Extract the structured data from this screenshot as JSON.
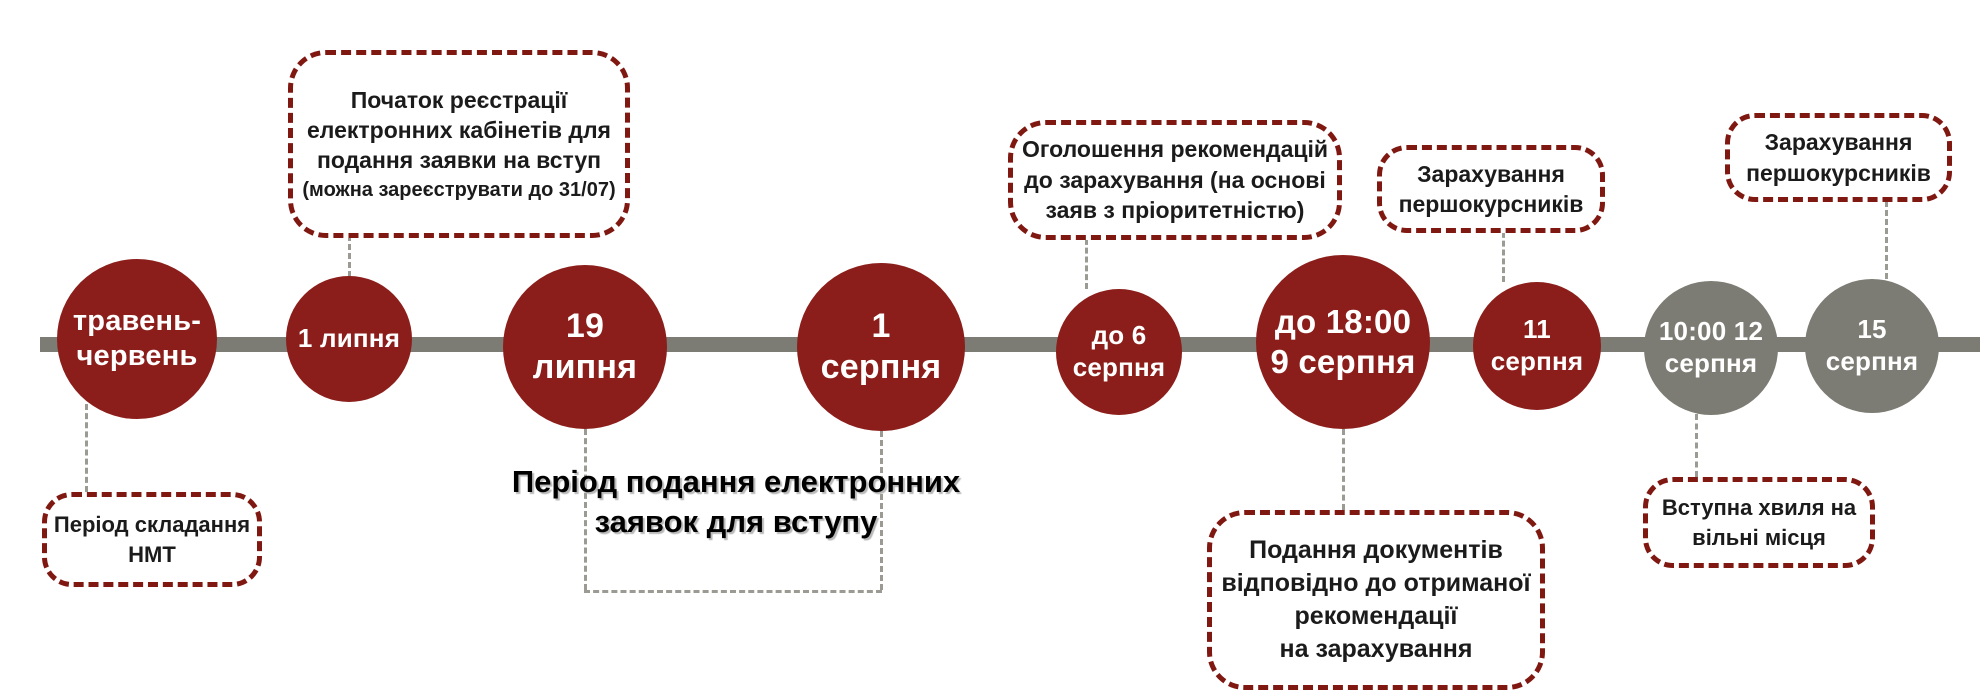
{
  "timeline": {
    "circles": [
      {
        "name": "may-june",
        "color": "red",
        "line1": "травень-",
        "line2": "червень"
      },
      {
        "name": "july-1",
        "color": "red",
        "line1": "1 липня"
      },
      {
        "name": "july-19",
        "color": "red",
        "line1": "19",
        "line2": "липня"
      },
      {
        "name": "august-1",
        "color": "red",
        "line1": "1",
        "line2": "серпня"
      },
      {
        "name": "august-6",
        "color": "red",
        "line1": "до 6",
        "line2": "серпня"
      },
      {
        "name": "august-9",
        "color": "red",
        "line1": "до 18:00",
        "line2": "9 серпня"
      },
      {
        "name": "august-11",
        "color": "red",
        "line1": "11",
        "line2": "серпня"
      },
      {
        "name": "august-12",
        "color": "gray",
        "line1": "10:00 12",
        "line2": "серпня"
      },
      {
        "name": "august-15",
        "color": "gray",
        "line1": "15",
        "line2": "серпня"
      }
    ]
  },
  "callouts": {
    "registration_start": {
      "line1": "Початок реєстрації",
      "line2": "електронних кабінетів для",
      "line3": "подання заявки на вступ",
      "note": "(можна зареєструвати до 31/07)"
    },
    "nmt_period": {
      "line1": "Період складання",
      "line2": "НМТ"
    },
    "application_period_title": {
      "line1": "Період подання електронних",
      "line2": "заявок для вступу"
    },
    "recommendations": {
      "line1": "Оголошення рекомендацій",
      "line2": "до зарахування (на основі",
      "line3": "заяв з пріоритетністю)"
    },
    "enrollment_first": {
      "line1": "Зарахування",
      "line2": "першокурсників"
    },
    "documents_submission": {
      "line1": "Подання документів",
      "line2": "відповідно до отриманої",
      "line3": "рекомендації",
      "line4": "на зарахування"
    },
    "enrollment_second": {
      "line1": "Зарахування",
      "line2": "першокурсників"
    },
    "free_places_wave": {
      "line1": "Вступна хвиля на",
      "line2": "вільні місця"
    }
  },
  "colors": {
    "circle_red": "#8B1E1A",
    "circle_gray": "#7C7C74",
    "timeline_bar": "#7C7C74",
    "callout_border_red": "#801812",
    "connector_gray": "#9B9B93",
    "text_dark": "#1B1B1B"
  }
}
